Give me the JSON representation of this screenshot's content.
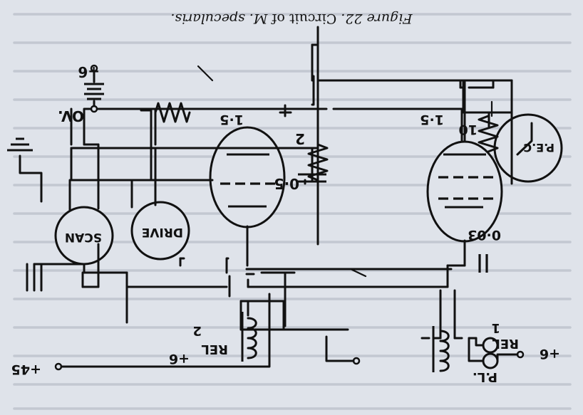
{
  "caption": {
    "figure_label": "Figure 22.",
    "text": "Circuit of",
    "species": "M. specularis."
  },
  "components": {
    "battery_plus6": "+6",
    "battery_0v": "OV.",
    "scan": "SCAN",
    "drive": "DRIVE",
    "resistor_left": "1·5",
    "resistor_middle": "2",
    "resistor_right_value": "1·5",
    "resistor_right": "10",
    "capacitor_middle": "0·5",
    "capacitor_right": "0·03",
    "pec": "P.E.C",
    "relay_2_name": "REL",
    "relay_2_num": "2",
    "relay_1_name": "REL",
    "relay_1_num": "1",
    "relay_2_supply": "+6",
    "relay_1_supply": "+6",
    "supply_45": "+45",
    "pilot_lamp": "P.L."
  },
  "colors": {
    "paper": "#dfe3ea",
    "ink": "#111111"
  }
}
